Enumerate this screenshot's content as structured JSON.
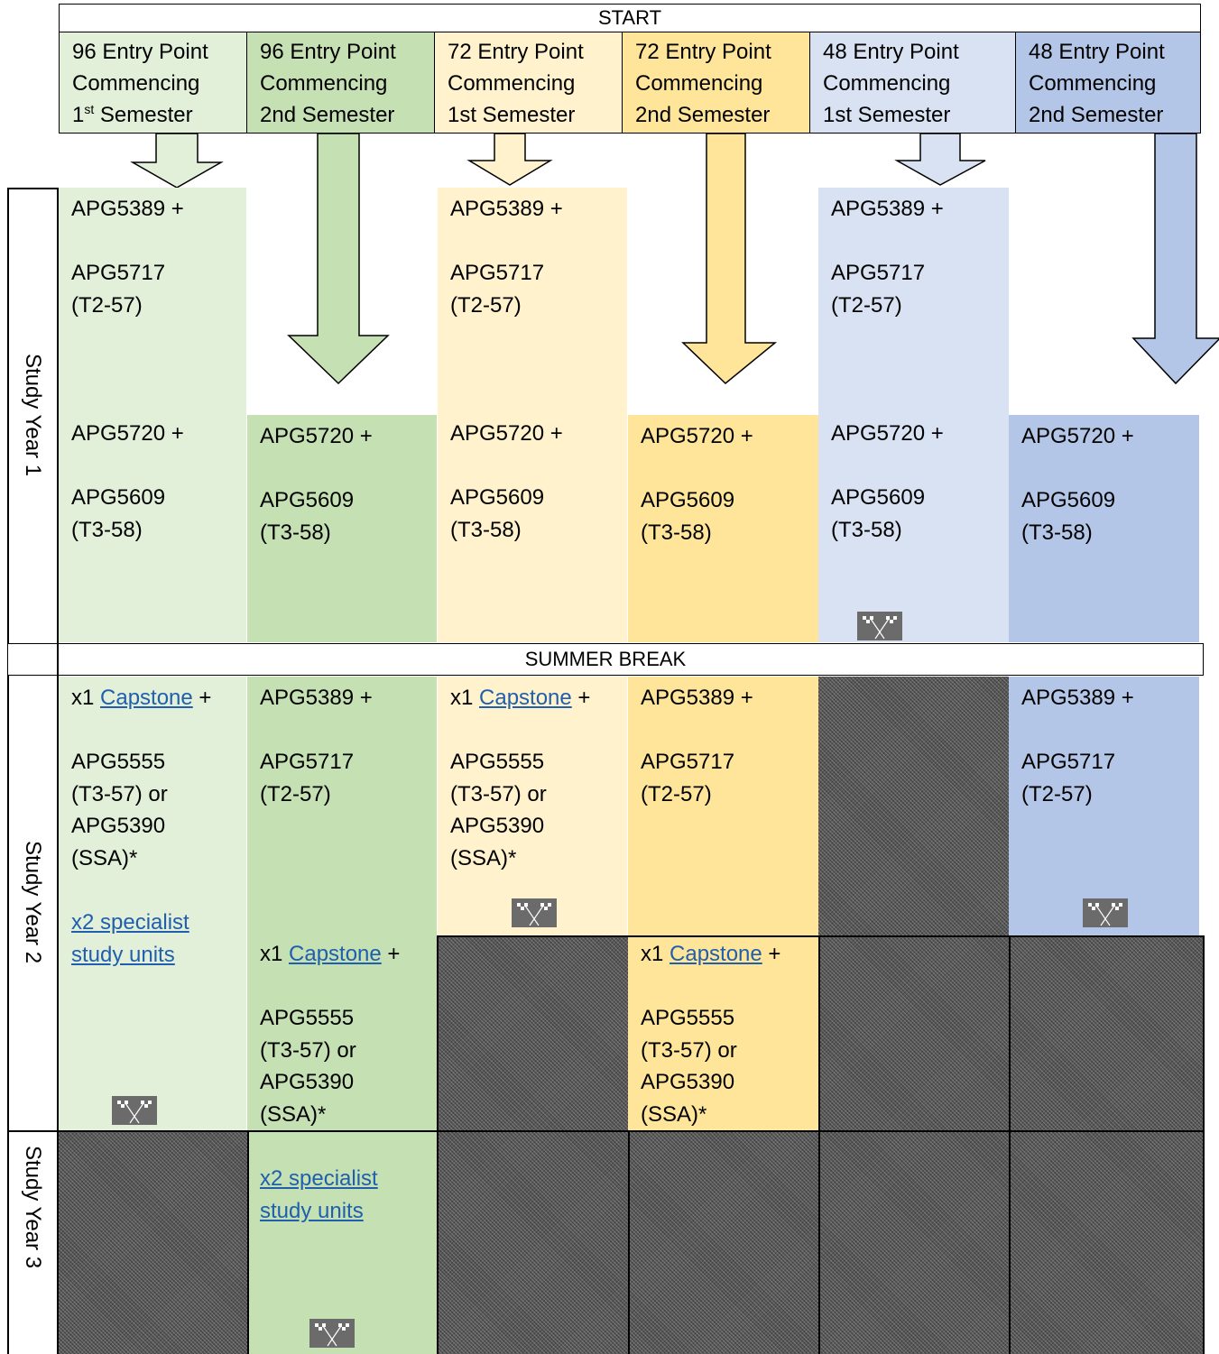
{
  "start_label": "START",
  "summer_label": "SUMMER BREAK",
  "year_labels": {
    "y1": "Study Year 1",
    "y2": "Study Year 2",
    "y3": "Study Year 3"
  },
  "colors": {
    "green_light": "#e2efd9",
    "green_dark": "#c5e0b3",
    "yellow_light": "#fff2cc",
    "yellow_dark": "#ffe599",
    "blue_light": "#d9e2f3",
    "blue_dark": "#b4c6e7",
    "blocked_grey": "#565656"
  },
  "icons": {
    "finish": "checkered-flag-icon",
    "arrow": "down-arrow-icon"
  },
  "headers": [
    {
      "line1": "96 Entry Point",
      "line2": "Commencing",
      "line3_num": "1",
      "line3_sup": "st",
      "line3_rest": " Semester"
    },
    {
      "line1": "96 Entry Point",
      "line2": "Commencing",
      "line3": "2nd Semester"
    },
    {
      "line1": "72 Entry Point",
      "line2": "Commencing",
      "line3": "1st Semester"
    },
    {
      "line1": "72 Entry Point",
      "line2": "Commencing",
      "line3": "2nd  Semester"
    },
    {
      "line1": "48 Entry Point",
      "line2": "Commencing",
      "line3": "1st Semester"
    },
    {
      "line1": "48 Entry Point",
      "line2": "Commencing",
      "line3": "2nd  Semester"
    }
  ],
  "units": {
    "sem1_a": "APG5389 +",
    "sem1_b": "APG5717\n(T2-57)",
    "sem2_a": "APG5720 +",
    "sem2_b": "APG5609\n(T3-58)",
    "capstone_prefix": "x1 ",
    "capstone_link": "Capstone",
    "capstone_suffix": "  +",
    "capstone_options": "APG5555\n(T3-57)  or\nAPG5390\n(SSA)*",
    "specialist_link": "x2 specialist\nstudy units"
  }
}
